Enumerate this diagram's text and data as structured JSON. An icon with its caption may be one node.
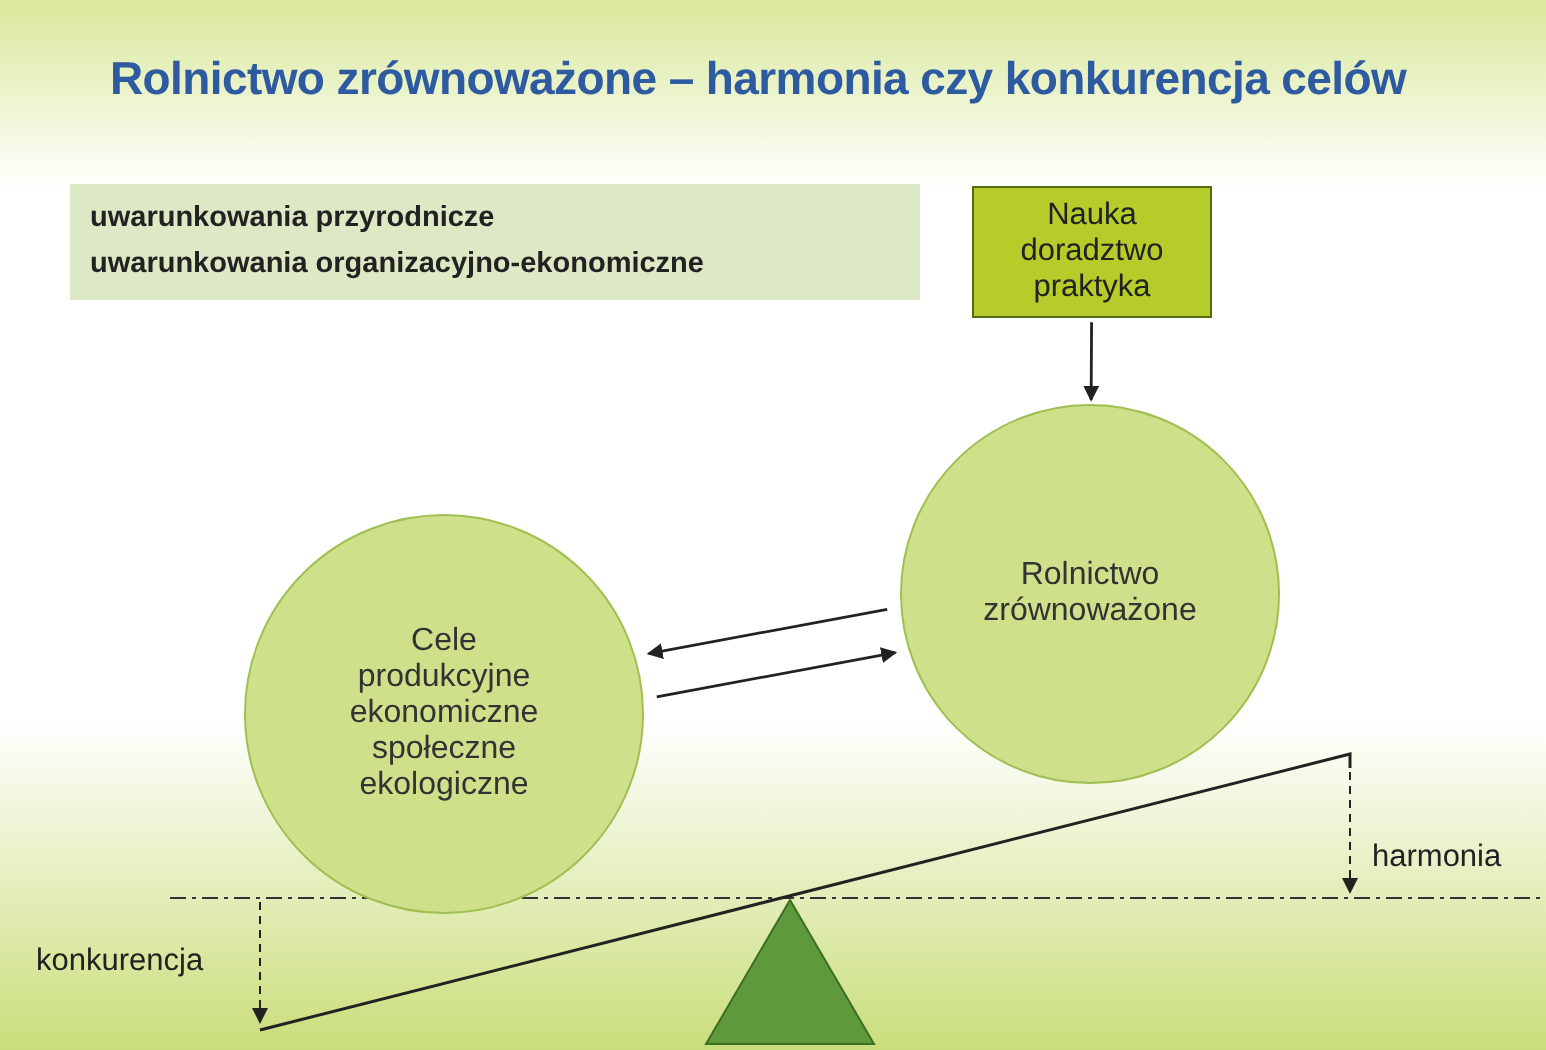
{
  "diagram": {
    "title": "Rolnictwo zrównoważone – harmonia czy konkurencja celów",
    "nodes": [
      {
        "text": [
          "uwarunkowania przyrodnicze",
          "uwarunkowania organizacyjno-ekonomiczne"
        ]
      },
      {
        "text": [
          "Nauka doradztwo praktyka"
        ]
      },
      {
        "text": [
          "Rolnictwo zrównoważone"
        ]
      },
      {
        "text": [
          "Cele produkcyjne ekonomiczne społeczne ekologiczne"
        ]
      }
    ],
    "edges": [
      {
        "from": 1,
        "to": 2,
        "arrow": "to"
      },
      {
        "from": 3,
        "to": 2,
        "arrow": "to"
      },
      {
        "from": 2,
        "to": 3,
        "arrow": "to"
      }
    ],
    "labels": [
      "harmonia",
      "konkurencja"
    ]
  }
}
